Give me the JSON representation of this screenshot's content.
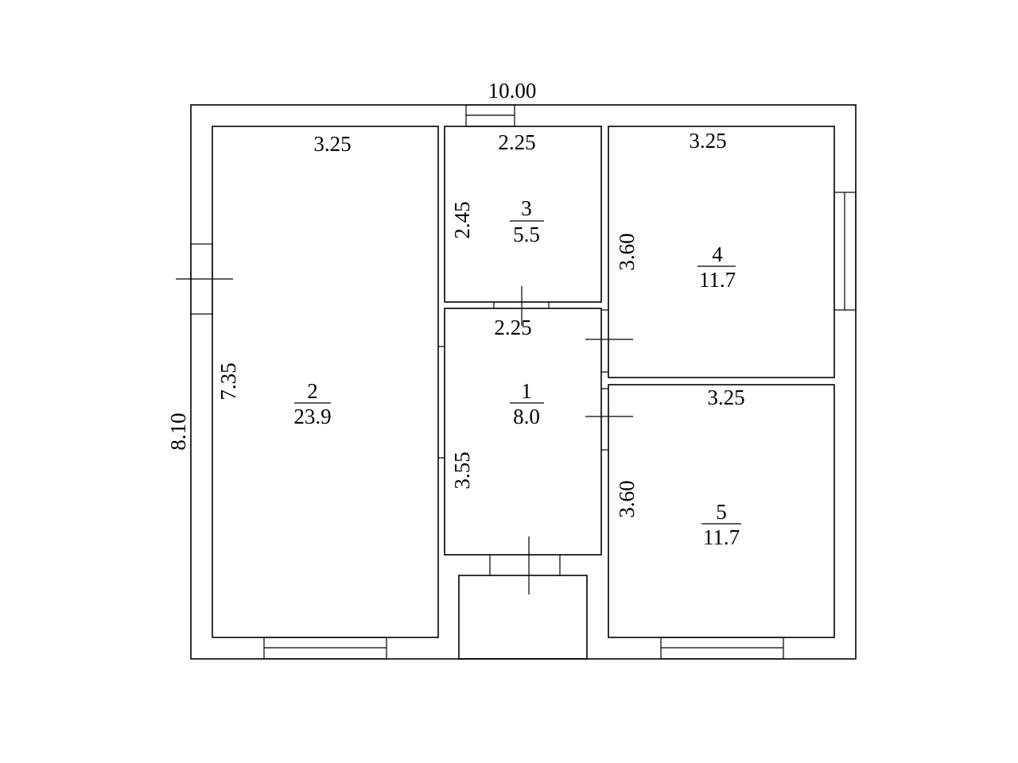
{
  "overall": {
    "width": "10.00",
    "height": "8.10"
  },
  "rooms": [
    {
      "number": "1",
      "area": "8.0"
    },
    {
      "number": "2",
      "area": "23.9"
    },
    {
      "number": "3",
      "area": "5.5"
    },
    {
      "number": "4",
      "area": "11.7"
    },
    {
      "number": "5",
      "area": "11.7"
    }
  ],
  "dimensions": {
    "room2_top": "3.25",
    "room2_side": "7.35",
    "room3_top": "2.25",
    "room3_side": "2.45",
    "room1_top": "2.25",
    "room1_side": "3.55",
    "room4_top": "3.25",
    "room4_side": "3.60",
    "room5_top": "3.25",
    "room5_side": "3.60"
  }
}
